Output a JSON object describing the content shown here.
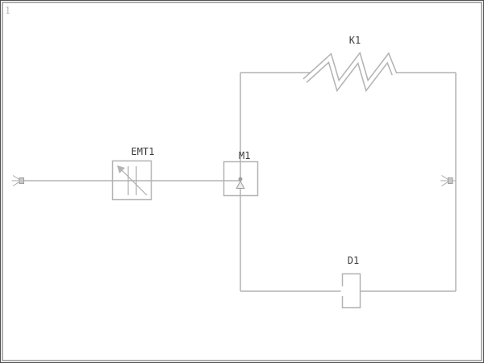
{
  "sheet": {
    "number": "1"
  },
  "colors": {
    "background": "#ffffff",
    "wire": "#b3b3b3",
    "symbol_outline": "#adadad",
    "label_text": "#3c3c3c",
    "sheet_number_text": "#b8b8b8",
    "frame_outer": "#4f4f4f",
    "frame_inner": "#9a9a9a"
  },
  "components": {
    "k1": {
      "label": "K1",
      "symbol": "coil-zigzag-icon"
    },
    "emt1": {
      "label": "EMT1",
      "symbol": "box-capacitor-arrow-icon"
    },
    "m1": {
      "label": "M1",
      "symbol": "box-junction-triangle-icon"
    },
    "d1": {
      "label": "D1",
      "symbol": "rectangle-device-icon"
    },
    "left_terminal": {
      "symbol": "cable-connector-icon"
    },
    "right_terminal": {
      "symbol": "cable-connector-icon"
    }
  }
}
